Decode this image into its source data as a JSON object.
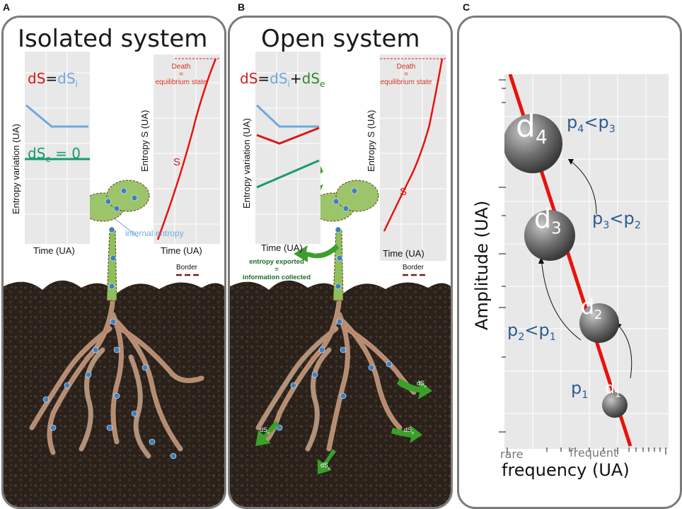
{
  "panels": {
    "a": {
      "letter": "A",
      "title": "Isolated system",
      "entropy_graph": {
        "eq_dS": "dS",
        "eq_equals": "=",
        "eq_dSi": "dS",
        "eq_dSi_sub": "i",
        "eq_dSe": "dS",
        "eq_dSe_sub": "e",
        "eq_dSe_rest": "= 0",
        "xlabel": "Time (UA)",
        "ylabel": "Entropy variation (UA)"
      },
      "total_graph": {
        "death_line1": "Death",
        "death_line2": "=",
        "death_line3": "equilibrium state",
        "curve_label": "S",
        "xlabel": "Time (UA)",
        "ylabel": "Entropy S (UA)"
      },
      "internal_entropy_label": "internal entropy",
      "border_label": "Border"
    },
    "b": {
      "letter": "B",
      "title": "Open system",
      "entropy_graph": {
        "eq_dS": "dS",
        "eq_equals": "=",
        "eq_dSi": "dS",
        "eq_dSi_sub": "i",
        "eq_plus": "+",
        "eq_dSe": "dS",
        "eq_dSe_sub": "e",
        "xlabel": "Time (UA)",
        "ylabel": "Entropy variation (UA)"
      },
      "total_graph": {
        "death_line1": "Death",
        "death_line2": "=",
        "death_line3": "equilibrium state",
        "curve_label": "S",
        "xlabel": "Time (UA)",
        "ylabel": "Entropy S (UA)"
      },
      "export_note_line1": "entropy exported",
      "export_note_line2": "=",
      "export_note_line3": "information collected",
      "border_label": "Border",
      "arrow_label": "dS",
      "arrow_label_sub": "e"
    },
    "c": {
      "letter": "C",
      "ylabel": "Amplitude (UA)",
      "xlabel": "frequency (UA)",
      "tick_rare": "rare",
      "tick_frequent": "frequent",
      "dots": [
        {
          "label": "d",
          "sub": "1"
        },
        {
          "label": "d",
          "sub": "2"
        },
        {
          "label": "d",
          "sub": "3"
        },
        {
          "label": "d",
          "sub": "4"
        }
      ],
      "p1": {
        "a": "p",
        "a_sub": "1"
      },
      "p2": {
        "a": "p",
        "a_sub": "2",
        "op": "<",
        "b": "p",
        "b_sub": "1"
      },
      "p3": {
        "a": "p",
        "a_sub": "3",
        "op": "<",
        "b": "p",
        "b_sub": "2"
      },
      "p4": {
        "a": "p",
        "a_sub": "4",
        "op": "<",
        "b": "p",
        "b_sub": "3"
      }
    }
  },
  "colors": {
    "entropy_red": "#d7191c",
    "internal_blue": "#6fa8dc",
    "exchange_green": "#2d8a2d",
    "line_red": "#e8120c",
    "soil": "#2b211b",
    "leaf": "#8fbf5a",
    "dot_blue": "#3f7fbf",
    "p_blue": "#2b5d8f",
    "arrow_green": "#3aa02a"
  }
}
